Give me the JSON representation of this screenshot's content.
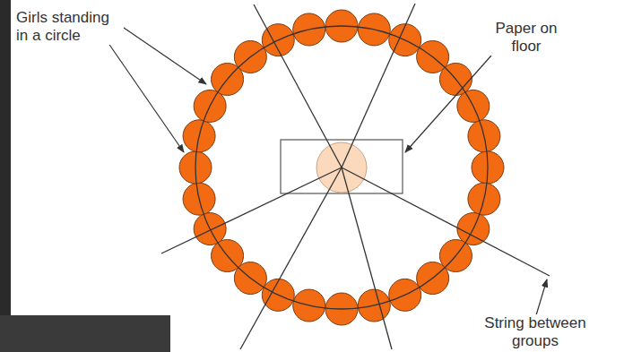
{
  "diagram": {
    "labels": [
      "Girls standing in a circle",
      "Paper on floor",
      "String between groups"
    ]
  }
}
